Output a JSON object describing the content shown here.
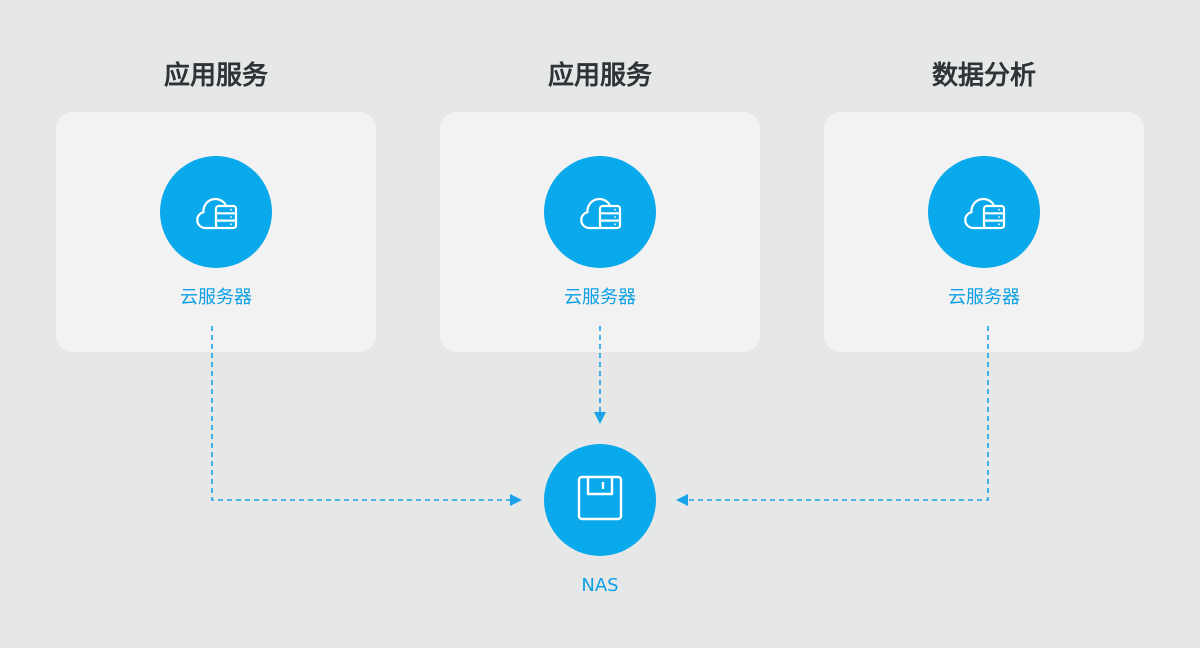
{
  "columns": [
    {
      "title": "应用服务",
      "node_label": "云服务器",
      "icon": "cloud-server-icon"
    },
    {
      "title": "应用服务",
      "node_label": "云服务器",
      "icon": "cloud-server-icon"
    },
    {
      "title": "数据分析",
      "node_label": "云服务器",
      "icon": "cloud-server-icon"
    }
  ],
  "target": {
    "label": "NAS",
    "icon": "storage-disk-icon"
  },
  "colors": {
    "background": "#e6e8e8",
    "card": "#f2f2f2",
    "accent": "#09a9ec",
    "label": "#0ea0e6",
    "title": "#2f3236",
    "connector": "#1aa3e8"
  }
}
